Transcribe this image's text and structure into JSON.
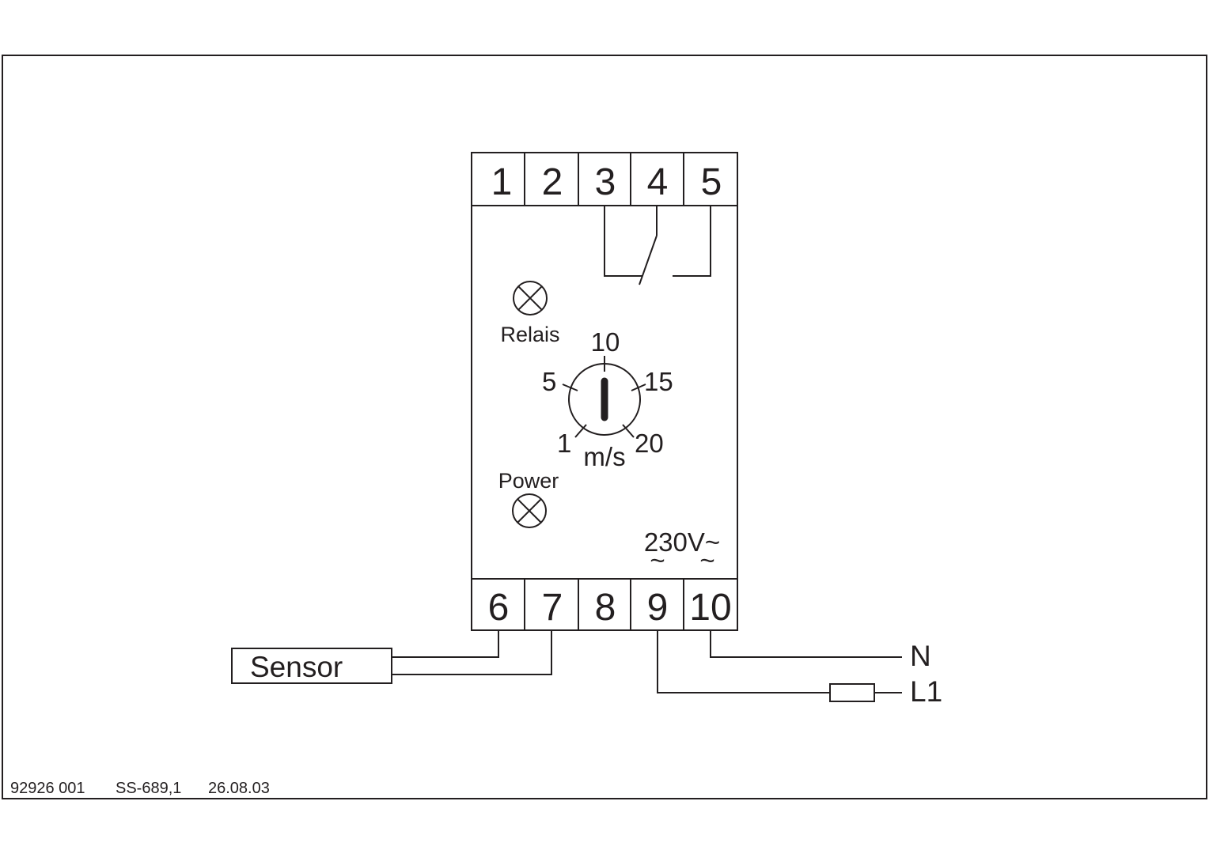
{
  "terminals_top": [
    "1",
    "2",
    "3",
    "4",
    "5"
  ],
  "terminals_bottom": [
    "6",
    "7",
    "8",
    "9",
    "10"
  ],
  "indicators": {
    "relay_label": "Relais",
    "power_label": "Power"
  },
  "dial": {
    "scale": [
      "1",
      "5",
      "10",
      "15",
      "20"
    ],
    "unit": "m/s"
  },
  "supply": {
    "voltage": "230V~",
    "tilde": "~"
  },
  "sensor": {
    "label": "Sensor"
  },
  "lines": {
    "neutral": "N",
    "phase": "L1"
  },
  "footer": {
    "doc_number": "92926 001",
    "ref": "SS-689,1",
    "date": "26.08.03"
  },
  "colors": {
    "ink": "#231f20",
    "background": "#ffffff"
  }
}
